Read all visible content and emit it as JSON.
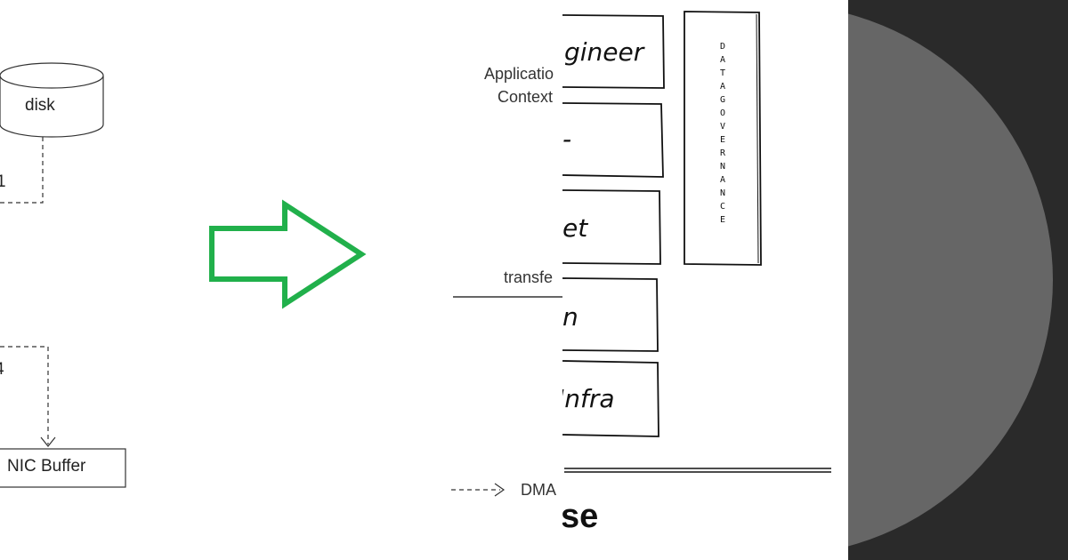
{
  "left_diagram": {
    "disk_label": "disk",
    "step_top": "1",
    "step_bottom": "4",
    "nic_label": "NIC Buffer"
  },
  "arrow": {
    "color": "#21b04b"
  },
  "middle_diagram": {
    "context_line1": "Applicatio",
    "context_line2": "Context",
    "transfer_label": "transfe",
    "legend_label": "DMA"
  },
  "right_stack": {
    "boxes": [
      "gineer",
      "-",
      "et",
      "n",
      "Infra"
    ],
    "side_label": [
      "D",
      "A",
      "T",
      "A",
      "G",
      "O",
      "V",
      "E",
      "R",
      "N",
      "A",
      "N",
      "C",
      "E"
    ],
    "footer": "se"
  },
  "dark_panel": {
    "background": "#2a2a2a",
    "circle": "#666666"
  }
}
